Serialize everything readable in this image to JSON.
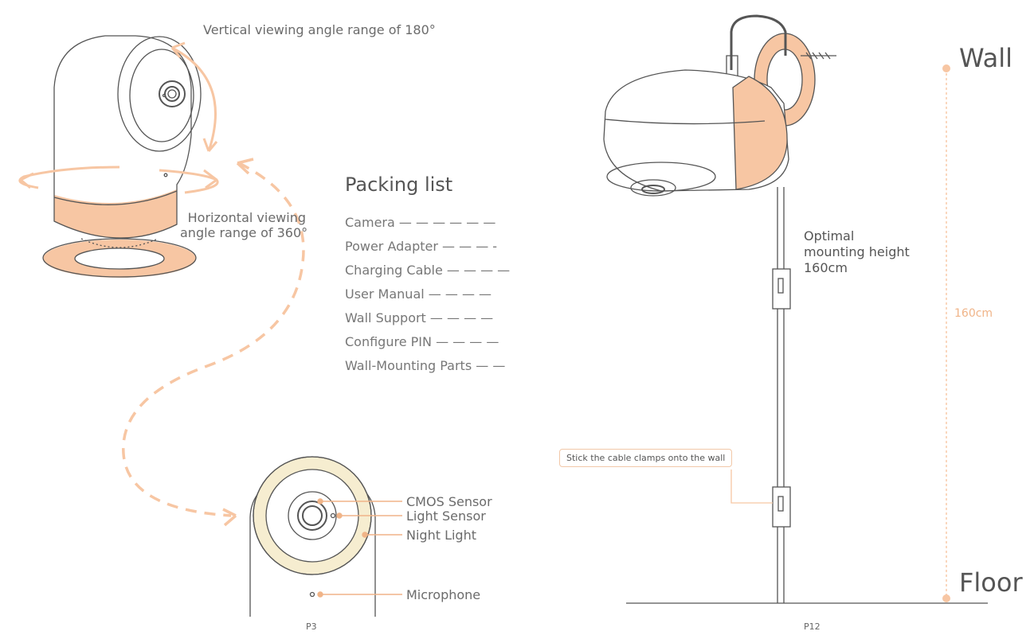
{
  "left_page": {
    "vertical_angle": "Vertical viewing angle range of 180°",
    "horizontal_angle_line1": "Horizontal viewing",
    "horizontal_angle_line2": "angle range of 360°",
    "packing": {
      "title": "Packing list",
      "items": [
        {
          "name": "Camera",
          "dashes": "— — — — — —"
        },
        {
          "name": "Power Adapter",
          "dashes": "— — — -"
        },
        {
          "name": "Charging Cable",
          "dashes": "— — — —"
        },
        {
          "name": "User Manual",
          "dashes": "— — — —"
        },
        {
          "name": "Wall Support",
          "dashes": "— — — —"
        },
        {
          "name": "Configure PIN",
          "dashes": "— — — —"
        },
        {
          "name": "Wall-Mounting Parts",
          "dashes": "— —"
        }
      ]
    },
    "callouts": {
      "cmos": "CMOS Sensor",
      "light": "Light Sensor",
      "night": "Night Light",
      "mic": "Microphone"
    },
    "page_number": "P3"
  },
  "right_page": {
    "wall": "Wall",
    "floor": "Floor",
    "height_value": "160cm",
    "optimal_line1": "Optimal",
    "optimal_line2": "mounting height",
    "optimal_line3": "160cm",
    "clamp_note": "Stick the cable clamps onto the wall",
    "page_number": "P12"
  },
  "colors": {
    "accent": "#f7c6a3",
    "accent_dark": "#f0b488",
    "line": "#555555",
    "night_light": "#f6edd0"
  }
}
